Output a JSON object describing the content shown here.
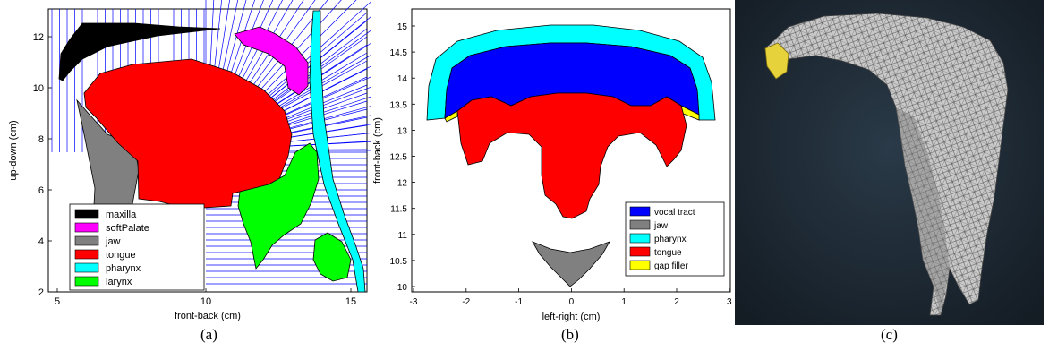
{
  "panel_a": {
    "xlabel": "front-back (cm)",
    "ylabel": "up-down (cm)",
    "xticks": [
      "5",
      "10",
      "15"
    ],
    "yticks": [
      "2",
      "4",
      "6",
      "8",
      "10",
      "12"
    ],
    "legend": [
      {
        "label": "maxilla",
        "color": "#000000"
      },
      {
        "label": "softPalate",
        "color": "#ff00ff"
      },
      {
        "label": "jaw",
        "color": "#808080"
      },
      {
        "label": "tongue",
        "color": "#ff0000"
      },
      {
        "label": "pharynx",
        "color": "#00ffff"
      },
      {
        "label": "larynx",
        "color": "#00ff00"
      }
    ],
    "grid_color": "#0000ff"
  },
  "panel_b": {
    "xlabel": "left-right (cm)",
    "ylabel": "front-back (cm)",
    "xticks": [
      "-3",
      "-2",
      "-1",
      "0",
      "1",
      "2",
      "3"
    ],
    "yticks": [
      "10",
      "10.5",
      "11",
      "11.5",
      "12",
      "12.5",
      "13",
      "13.5",
      "14",
      "14.5",
      "15"
    ],
    "legend": [
      {
        "label": "vocal tract",
        "color": "#0000ff"
      },
      {
        "label": "jaw",
        "color": "#808080"
      },
      {
        "label": "pharynx",
        "color": "#00ffff"
      },
      {
        "label": "tongue",
        "color": "#ff0000"
      },
      {
        "label": "gap filler",
        "color": "#ffff00"
      }
    ]
  },
  "panel_c": {
    "background": "#1e2a35",
    "mesh_color": "#d8d8d8"
  },
  "captions": [
    "(a)",
    "(b)",
    "(c)"
  ]
}
